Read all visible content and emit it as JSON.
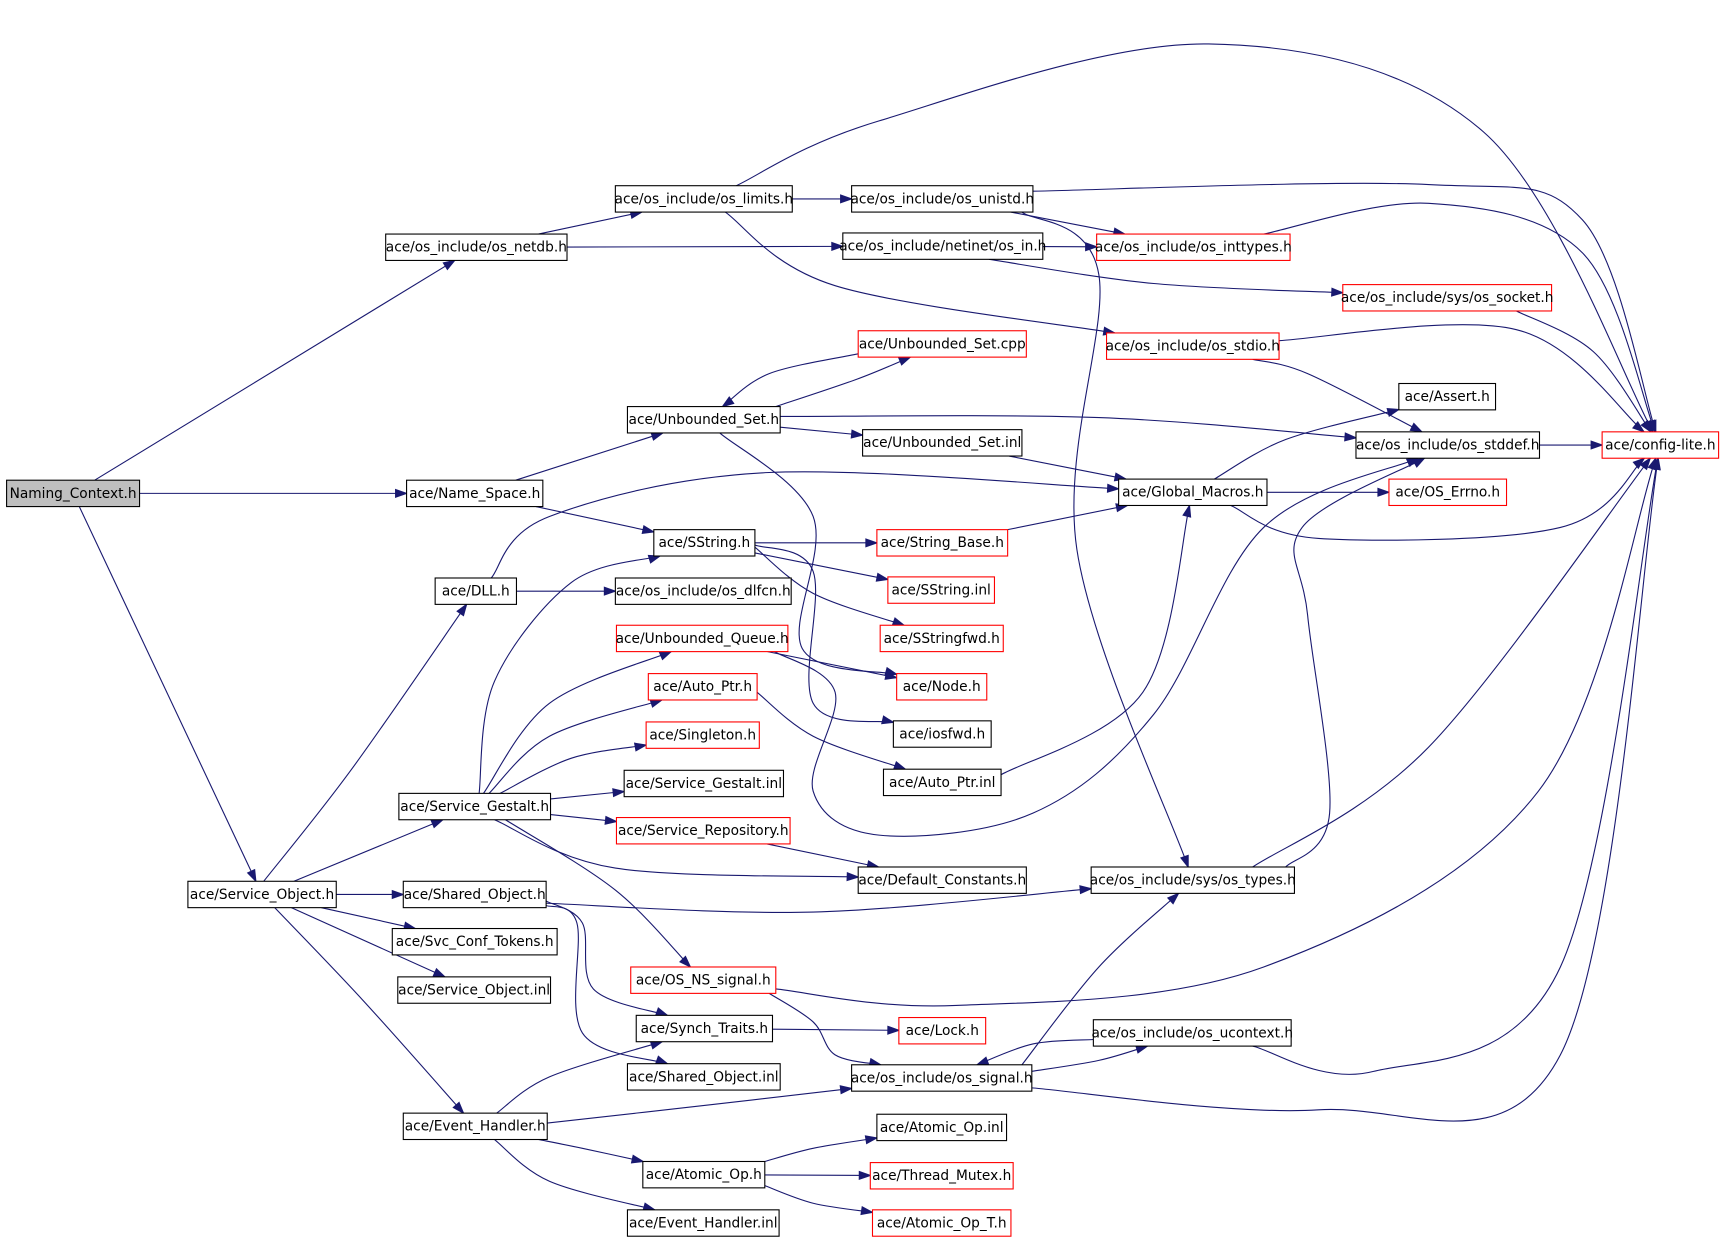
{
  "diagram": {
    "nodes": [
      {
        "id": "naming_context",
        "label": "Naming_Context.h",
        "style": "root"
      },
      {
        "id": "os_netdb",
        "label": "ace/os_include/os_netdb.h",
        "style": "black"
      },
      {
        "id": "os_limits",
        "label": "ace/os_include/os_limits.h",
        "style": "black"
      },
      {
        "id": "os_unistd",
        "label": "ace/os_include/os_unistd.h",
        "style": "black"
      },
      {
        "id": "os_in",
        "label": "ace/os_include/netinet/os_in.h",
        "style": "black"
      },
      {
        "id": "os_inttypes",
        "label": "ace/os_include/os_inttypes.h",
        "style": "red"
      },
      {
        "id": "os_socket",
        "label": "ace/os_include/sys/os_socket.h",
        "style": "red"
      },
      {
        "id": "os_stdio",
        "label": "ace/os_include/os_stdio.h",
        "style": "red"
      },
      {
        "id": "unbounded_set_cpp",
        "label": "ace/Unbounded_Set.cpp",
        "style": "red"
      },
      {
        "id": "unbounded_set_h",
        "label": "ace/Unbounded_Set.h",
        "style": "black"
      },
      {
        "id": "unbounded_set_inl",
        "label": "ace/Unbounded_Set.inl",
        "style": "black"
      },
      {
        "id": "assert_h",
        "label": "ace/Assert.h",
        "style": "black"
      },
      {
        "id": "os_stddef",
        "label": "ace/os_include/os_stddef.h",
        "style": "black"
      },
      {
        "id": "config_lite",
        "label": "ace/config-lite.h",
        "style": "red"
      },
      {
        "id": "name_space",
        "label": "ace/Name_Space.h",
        "style": "black"
      },
      {
        "id": "global_macros",
        "label": "ace/Global_Macros.h",
        "style": "black"
      },
      {
        "id": "os_errno",
        "label": "ace/OS_Errno.h",
        "style": "red"
      },
      {
        "id": "sstring_h",
        "label": "ace/SString.h",
        "style": "black"
      },
      {
        "id": "string_base",
        "label": "ace/String_Base.h",
        "style": "red"
      },
      {
        "id": "sstring_inl",
        "label": "ace/SString.inl",
        "style": "red"
      },
      {
        "id": "sstringfwd",
        "label": "ace/SStringfwd.h",
        "style": "red"
      },
      {
        "id": "dll_h",
        "label": "ace/DLL.h",
        "style": "black"
      },
      {
        "id": "os_dlfcn",
        "label": "ace/os_include/os_dlfcn.h",
        "style": "black"
      },
      {
        "id": "unbounded_queue",
        "label": "ace/Unbounded_Queue.h",
        "style": "red"
      },
      {
        "id": "node_h",
        "label": "ace/Node.h",
        "style": "red"
      },
      {
        "id": "auto_ptr_h",
        "label": "ace/Auto_Ptr.h",
        "style": "red"
      },
      {
        "id": "iosfwd",
        "label": "ace/iosfwd.h",
        "style": "black"
      },
      {
        "id": "singleton",
        "label": "ace/Singleton.h",
        "style": "red"
      },
      {
        "id": "auto_ptr_inl",
        "label": "ace/Auto_Ptr.inl",
        "style": "black"
      },
      {
        "id": "service_gestalt_inl",
        "label": "ace/Service_Gestalt.inl",
        "style": "black"
      },
      {
        "id": "service_gestalt_h",
        "label": "ace/Service_Gestalt.h",
        "style": "black"
      },
      {
        "id": "service_repository",
        "label": "ace/Service_Repository.h",
        "style": "red"
      },
      {
        "id": "default_constants",
        "label": "ace/Default_Constants.h",
        "style": "black"
      },
      {
        "id": "os_types",
        "label": "ace/os_include/sys/os_types.h",
        "style": "black"
      },
      {
        "id": "service_object_h",
        "label": "ace/Service_Object.h",
        "style": "black"
      },
      {
        "id": "shared_object_h",
        "label": "ace/Shared_Object.h",
        "style": "black"
      },
      {
        "id": "svc_conf_tokens",
        "label": "ace/Svc_Conf_Tokens.h",
        "style": "black"
      },
      {
        "id": "service_object_inl",
        "label": "ace/Service_Object.inl",
        "style": "black"
      },
      {
        "id": "os_ns_signal",
        "label": "ace/OS_NS_signal.h",
        "style": "red"
      },
      {
        "id": "synch_traits",
        "label": "ace/Synch_Traits.h",
        "style": "black"
      },
      {
        "id": "lock_h",
        "label": "ace/Lock.h",
        "style": "red"
      },
      {
        "id": "os_ucontext",
        "label": "ace/os_include/os_ucontext.h",
        "style": "black"
      },
      {
        "id": "shared_object_inl",
        "label": "ace/Shared_Object.inl",
        "style": "black"
      },
      {
        "id": "os_signal",
        "label": "ace/os_include/os_signal.h",
        "style": "black"
      },
      {
        "id": "event_handler_h",
        "label": "ace/Event_Handler.h",
        "style": "black"
      },
      {
        "id": "atomic_op_inl",
        "label": "ace/Atomic_Op.inl",
        "style": "black"
      },
      {
        "id": "atomic_op_h",
        "label": "ace/Atomic_Op.h",
        "style": "black"
      },
      {
        "id": "thread_mutex",
        "label": "ace/Thread_Mutex.h",
        "style": "red"
      },
      {
        "id": "atomic_op_t",
        "label": "ace/Atomic_Op_T.h",
        "style": "red"
      },
      {
        "id": "event_handler_inl",
        "label": "ace/Event_Handler.inl",
        "style": "black"
      }
    ],
    "edges": [
      [
        "naming_context",
        "os_netdb"
      ],
      [
        "naming_context",
        "name_space"
      ],
      [
        "naming_context",
        "service_object_h"
      ],
      [
        "os_netdb",
        "os_limits"
      ],
      [
        "os_netdb",
        "os_in"
      ],
      [
        "os_limits",
        "os_unistd"
      ],
      [
        "os_limits",
        "config_lite"
      ],
      [
        "os_limits",
        "os_stdio"
      ],
      [
        "os_unistd",
        "config_lite"
      ],
      [
        "os_unistd",
        "os_inttypes"
      ],
      [
        "os_unistd",
        "os_types"
      ],
      [
        "os_in",
        "os_inttypes"
      ],
      [
        "os_in",
        "os_socket"
      ],
      [
        "os_inttypes",
        "config_lite"
      ],
      [
        "os_socket",
        "config_lite"
      ],
      [
        "os_stdio",
        "config_lite"
      ],
      [
        "os_stdio",
        "os_stddef"
      ],
      [
        "unbounded_set_cpp",
        "unbounded_set_h"
      ],
      [
        "unbounded_set_h",
        "unbounded_set_cpp"
      ],
      [
        "unbounded_set_h",
        "unbounded_set_inl"
      ],
      [
        "unbounded_set_h",
        "os_stddef"
      ],
      [
        "unbounded_set_h",
        "node_h"
      ],
      [
        "unbounded_set_inl",
        "global_macros"
      ],
      [
        "os_stddef",
        "config_lite"
      ],
      [
        "name_space",
        "unbounded_set_h"
      ],
      [
        "name_space",
        "sstring_h"
      ],
      [
        "global_macros",
        "assert_h"
      ],
      [
        "global_macros",
        "os_errno"
      ],
      [
        "global_macros",
        "config_lite"
      ],
      [
        "sstring_h",
        "string_base"
      ],
      [
        "sstring_h",
        "sstring_inl"
      ],
      [
        "sstring_h",
        "sstringfwd"
      ],
      [
        "sstring_h",
        "iosfwd"
      ],
      [
        "string_base",
        "global_macros"
      ],
      [
        "dll_h",
        "os_dlfcn"
      ],
      [
        "dll_h",
        "global_macros"
      ],
      [
        "unbounded_queue",
        "node_h"
      ],
      [
        "unbounded_queue",
        "os_stddef"
      ],
      [
        "auto_ptr_h",
        "auto_ptr_inl"
      ],
      [
        "auto_ptr_inl",
        "global_macros"
      ],
      [
        "service_gestalt_h",
        "sstring_h"
      ],
      [
        "service_gestalt_h",
        "unbounded_queue"
      ],
      [
        "service_gestalt_h",
        "auto_ptr_h"
      ],
      [
        "service_gestalt_h",
        "singleton"
      ],
      [
        "service_gestalt_h",
        "service_gestalt_inl"
      ],
      [
        "service_gestalt_h",
        "service_repository"
      ],
      [
        "service_gestalt_h",
        "default_constants"
      ],
      [
        "service_gestalt_h",
        "os_ns_signal"
      ],
      [
        "service_repository",
        "default_constants"
      ],
      [
        "os_types",
        "os_stddef"
      ],
      [
        "os_types",
        "config_lite"
      ],
      [
        "service_object_h",
        "dll_h"
      ],
      [
        "service_object_h",
        "service_gestalt_h"
      ],
      [
        "service_object_h",
        "shared_object_h"
      ],
      [
        "service_object_h",
        "svc_conf_tokens"
      ],
      [
        "service_object_h",
        "service_object_inl"
      ],
      [
        "service_object_h",
        "event_handler_h"
      ],
      [
        "shared_object_h",
        "os_types"
      ],
      [
        "shared_object_h",
        "synch_traits"
      ],
      [
        "shared_object_h",
        "shared_object_inl"
      ],
      [
        "os_ns_signal",
        "config_lite"
      ],
      [
        "os_ns_signal",
        "os_signal"
      ],
      [
        "synch_traits",
        "lock_h"
      ],
      [
        "os_ucontext",
        "os_signal"
      ],
      [
        "os_ucontext",
        "config_lite"
      ],
      [
        "os_signal",
        "os_ucontext"
      ],
      [
        "os_signal",
        "os_types"
      ],
      [
        "os_signal",
        "config_lite"
      ],
      [
        "event_handler_h",
        "synch_traits"
      ],
      [
        "event_handler_h",
        "os_signal"
      ],
      [
        "event_handler_h",
        "atomic_op_h"
      ],
      [
        "event_handler_h",
        "event_handler_inl"
      ],
      [
        "atomic_op_h",
        "atomic_op_inl"
      ],
      [
        "atomic_op_h",
        "thread_mutex"
      ],
      [
        "atomic_op_h",
        "atomic_op_t"
      ]
    ]
  }
}
